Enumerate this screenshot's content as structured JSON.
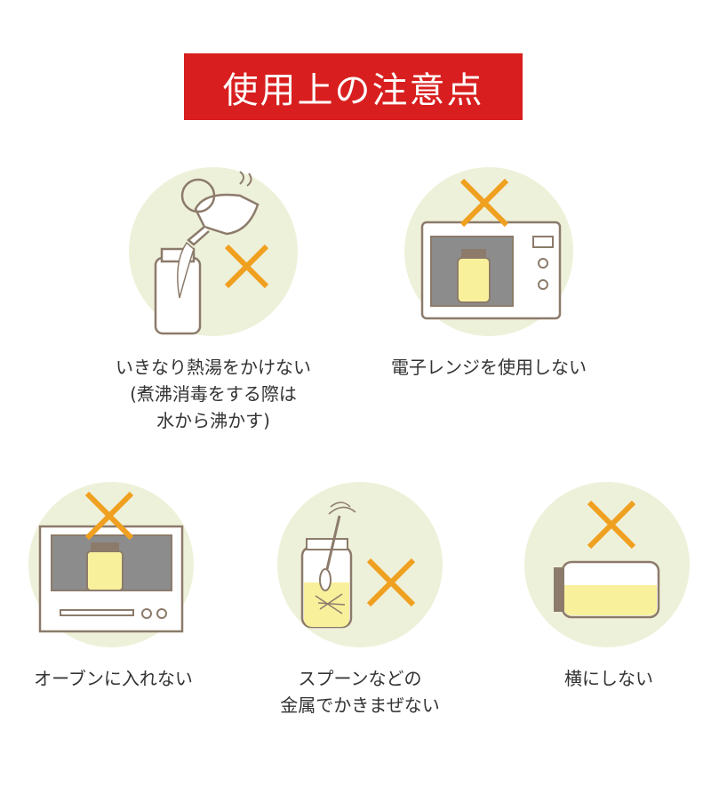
{
  "title": "使用上の注意点",
  "colors": {
    "accent": "#d81e1e",
    "circle": "#eef1d9",
    "cross": "#f0a020",
    "line": "#8c7b6b",
    "fill": "#f9f09c"
  },
  "items": [
    {
      "icon": "kettle-pour-jar-icon",
      "lines": [
        "いきなり熱湯をかけない",
        "(煮沸消毒をする際は",
        "水から沸かす)"
      ]
    },
    {
      "icon": "microwave-jar-icon",
      "lines": [
        "電子レンジを使用しない"
      ]
    },
    {
      "icon": "oven-jar-icon",
      "lines": [
        "オーブンに入れない"
      ]
    },
    {
      "icon": "spoon-jar-icon",
      "lines": [
        "スプーンなどの",
        "金属でかきまぜない"
      ]
    },
    {
      "icon": "jar-sideways-icon",
      "lines": [
        "横にしない"
      ]
    }
  ]
}
